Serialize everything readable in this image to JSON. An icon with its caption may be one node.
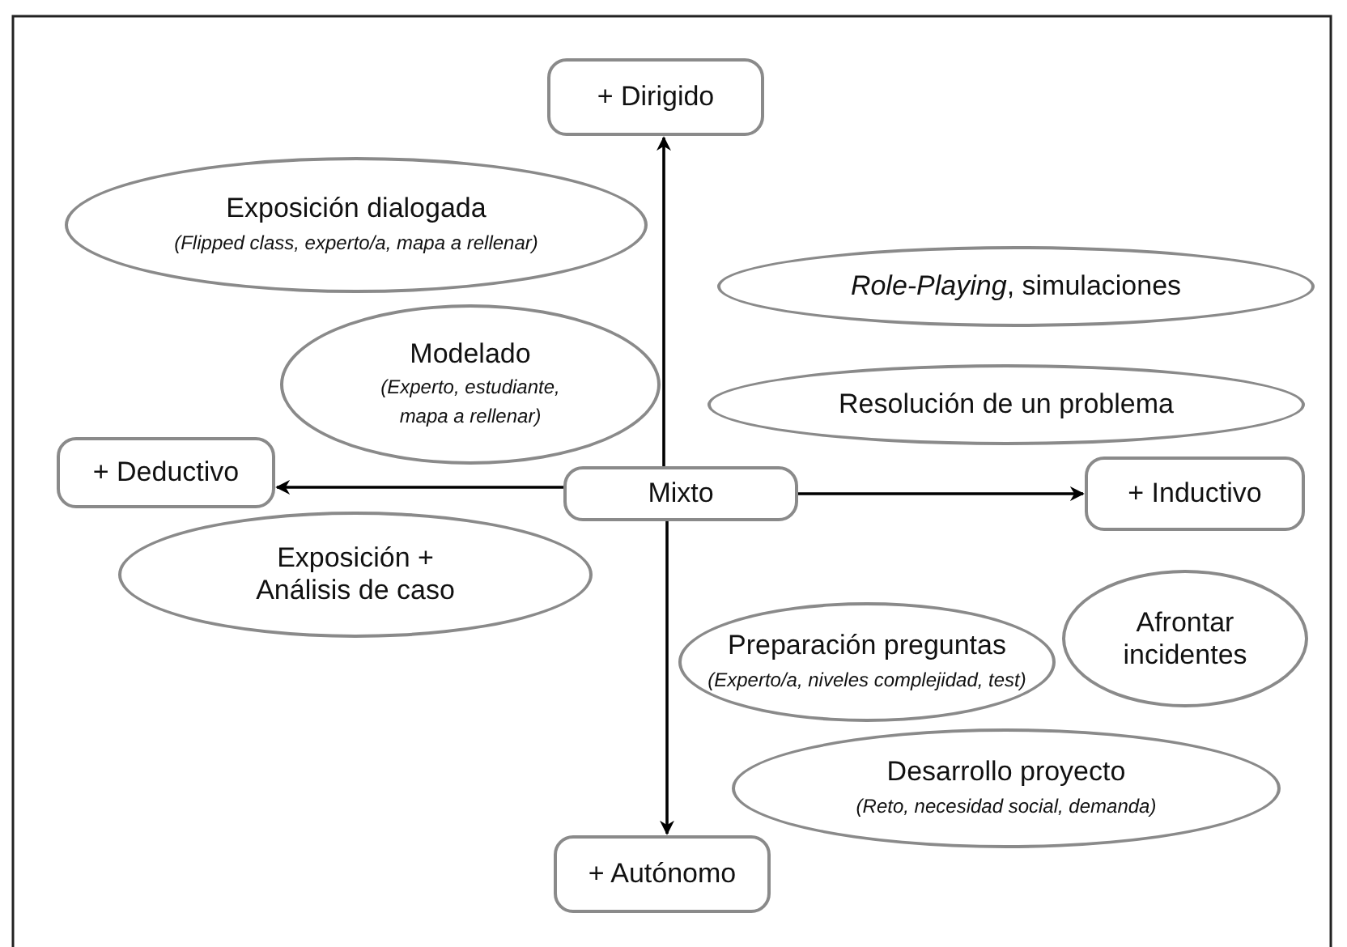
{
  "diagram": {
    "nodes": [
      {
        "text": [
          "+ Dirigido"
        ]
      },
      {
        "text": [
          "Mixto"
        ]
      },
      {
        "text": [
          "+ Deductivo"
        ]
      },
      {
        "text": [
          "+ Inductivo"
        ]
      },
      {
        "text": [
          "+ Autónomo"
        ]
      },
      {
        "text": [
          "Exposición dialogada",
          "(Flipped class, experto/a, mapa a rellenar)"
        ]
      },
      {
        "text": [
          "*Role-Playing*, simulaciones"
        ]
      },
      {
        "text": [
          "Modelado",
          "(Experto, estudiante, mapa a rellenar)"
        ]
      },
      {
        "text": [
          "Resolución de un problema"
        ]
      },
      {
        "text": [
          "Exposición + Análisis de caso"
        ]
      },
      {
        "text": [
          "Preparación preguntas",
          "(Experto/a, niveles complejidad, test)"
        ]
      },
      {
        "text": [
          "Afrontar incidentes"
        ]
      },
      {
        "text": [
          "Desarrollo proyecto",
          "(Reto, necesidad social, demanda)"
        ]
      }
    ],
    "edges": [
      {
        "from": 1,
        "to": 0,
        "arrow": "to"
      },
      {
        "from": 1,
        "to": 2,
        "arrow": "to"
      },
      {
        "from": 1,
        "to": 3,
        "arrow": "to"
      },
      {
        "from": 1,
        "to": 4,
        "arrow": "to"
      }
    ]
  }
}
